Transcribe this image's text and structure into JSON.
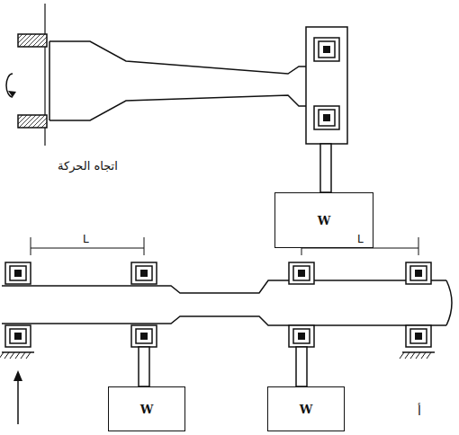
{
  "diagram": {
    "nodes": [
      {
        "text": [
          "W"
        ]
      },
      {
        "text": [
          "W"
        ]
      },
      {
        "text": [
          "W"
        ]
      }
    ],
    "labels": [
      "اتجاه الحركة",
      "L",
      "L",
      "أ"
    ]
  }
}
